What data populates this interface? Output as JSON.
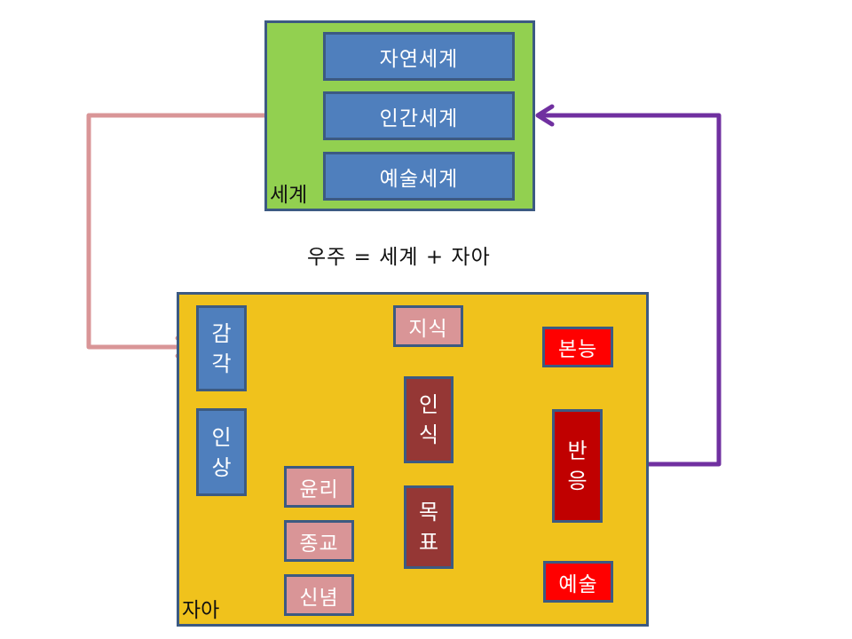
{
  "world": {
    "label": "세계",
    "items": [
      "자연세계",
      "인간세계",
      "예술세계"
    ]
  },
  "formula": "우주 = 세계 + 자아",
  "self": {
    "label": "자아",
    "sensation": [
      "감",
      "각"
    ],
    "impression": [
      "인",
      "상"
    ],
    "knowledge": "지식",
    "cognition": [
      "인",
      "식"
    ],
    "ethics": "윤리",
    "religion": "종교",
    "belief": "신념",
    "goal": [
      "목",
      "표"
    ],
    "instinct": "본능",
    "reaction": [
      "반",
      "응"
    ],
    "art": "예술"
  },
  "colors": {
    "world_bg": "#92d050",
    "self_bg": "#f0c21c",
    "box_blue": "#4f7fbd",
    "box_pink": "#d99597",
    "box_maroon": "#953735",
    "box_red": "#ff0000",
    "box_darkred": "#c00000",
    "arrow_in": "#d99597",
    "arrow_out": "#7030a0",
    "connector": "#4f81bd"
  }
}
